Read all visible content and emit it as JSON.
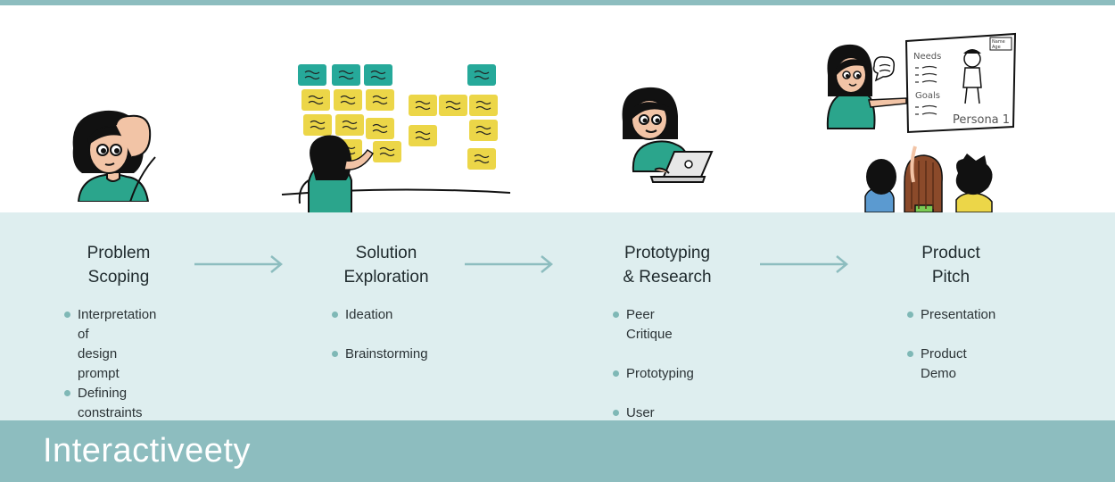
{
  "stages": [
    {
      "title": "Problem\nScoping",
      "bullets": [
        "Interpretation of\ndesign prompt",
        "Defining\nconstraints"
      ]
    },
    {
      "title": "Solution\nExploration",
      "bullets": [
        "Ideation",
        "Brainstorming"
      ]
    },
    {
      "title": "Prototyping\n& Research",
      "bullets": [
        "Peer Critique",
        "Prototyping",
        "User Testing"
      ]
    },
    {
      "title": "Product\nPitch",
      "bullets": [
        "Presentation",
        "Product Demo"
      ]
    }
  ],
  "persona_board": {
    "needs": "Needs",
    "goals": "Goals",
    "persona": "Persona 1",
    "name_label": "Name",
    "age_label": "Age"
  },
  "footer": {
    "brand": "Interactiveety"
  },
  "colors": {
    "accent_teal": "#8dbdbf",
    "band_bg": "#deeeef",
    "sticky_teal": "#26a99a",
    "sticky_yellow": "#ecd648",
    "shirt_green": "#2ba58c"
  }
}
